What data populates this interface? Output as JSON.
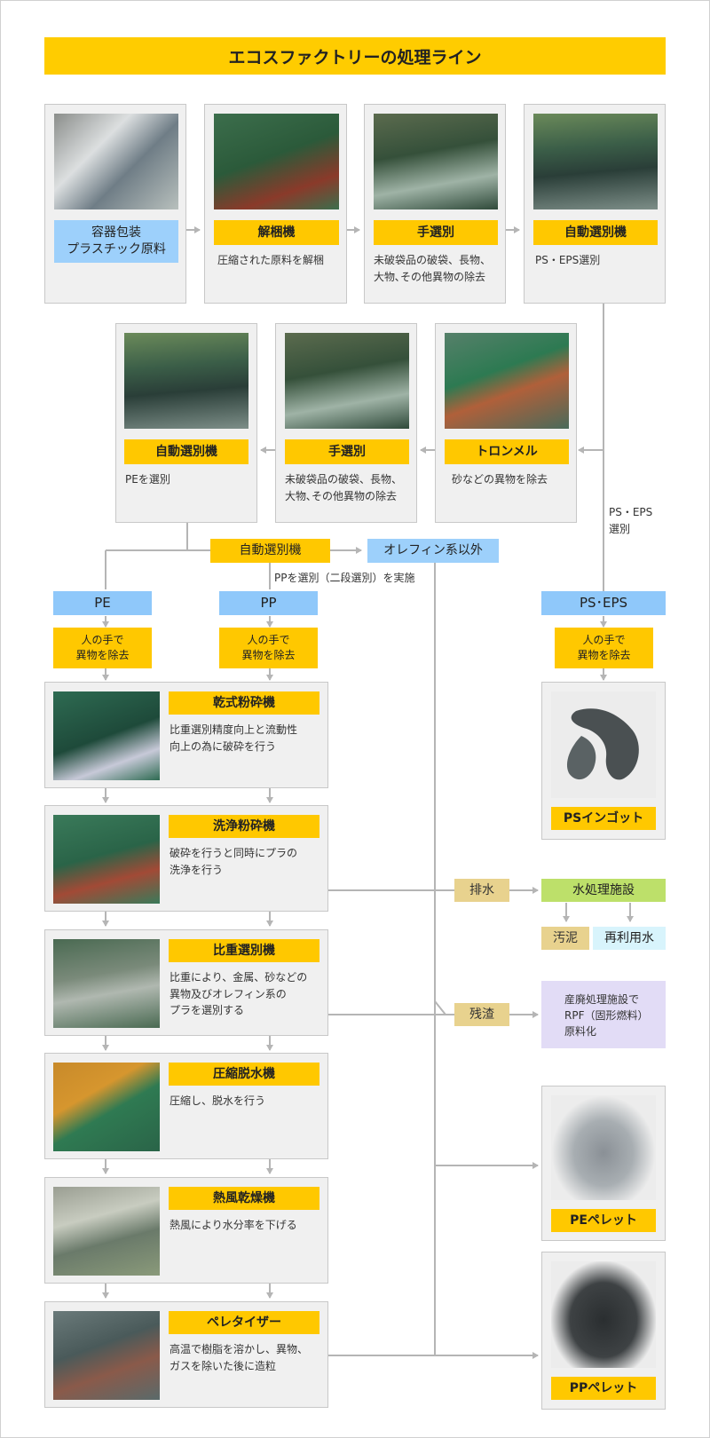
{
  "title": "エコスファクトリーの処理ライン",
  "colors": {
    "yellow": "#ffc800",
    "blue": "#9dd0fb",
    "tan": "#e8d28e",
    "green": "#bde06a",
    "cyan": "#d8f4fc",
    "purple": "#e2dcf6",
    "line": "#b5b5b5"
  },
  "row1": [
    {
      "label": "容器包装\nプラスチック原料",
      "desc": ""
    },
    {
      "label": "解梱機",
      "desc": "圧縮された原料を解梱"
    },
    {
      "label": "手選別",
      "desc": "未破袋品の破袋、長物、\n大物､その他異物の除去"
    },
    {
      "label": "自動選別機",
      "desc": "PS・EPS選別"
    }
  ],
  "row2": [
    {
      "label": "自動選別機",
      "desc": "PEを選別"
    },
    {
      "label": "手選別",
      "desc": "未破袋品の破袋、長物、\n大物､その他異物の除去"
    },
    {
      "label": "トロンメル",
      "desc": "砂などの異物を除去"
    }
  ],
  "side_note": "PS・EPS\n選別",
  "auto_sort": "自動選別機",
  "non_olefin": "オレフィン系以外",
  "pp_note": "PPを選別（二段選別）を実施",
  "streams": {
    "pe": "PE",
    "pp": "PP",
    "ps": "PS･EPS"
  },
  "manual_remove": "人の手で\n異物を除去",
  "process": [
    {
      "label": "乾式粉砕機",
      "desc": "比重選別精度向上と流動性\n向上の為に破砕を行う"
    },
    {
      "label": "洗浄粉砕機",
      "desc": "破砕を行うと同時にプラの\n洗浄を行う"
    },
    {
      "label": "比重選別機",
      "desc": "比重により、金属、砂などの\n異物及びオレフィン系の\nプラを選別する"
    },
    {
      "label": "圧縮脱水機",
      "desc": "圧縮し、脱水を行う"
    },
    {
      "label": "熱風乾燥機",
      "desc": "熱風により水分率を下げる"
    },
    {
      "label": "ペレタイザー",
      "desc": "高温で樹脂を溶かし、異物、\nガスを除いた後に造粒"
    }
  ],
  "drainage": "排水",
  "water_facility": "水処理施設",
  "sludge": "汚泥",
  "reuse_water": "再利用水",
  "residue": "残渣",
  "rpf": "産廃処理施設で\nRPF（固形燃料）\n原料化",
  "ps_ingot": "PSインゴット",
  "pe_pellet": "PEペレット",
  "pp_pellet": "PPペレット"
}
